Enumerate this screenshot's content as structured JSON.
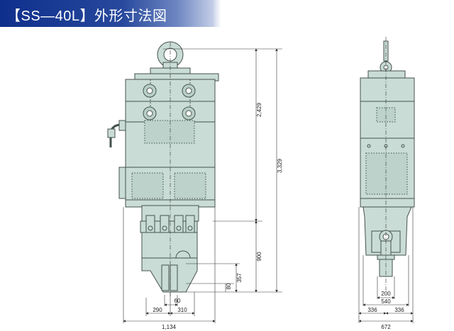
{
  "header": {
    "title": "【SS―40L】外形寸法図",
    "bg_color": "#1f3f95",
    "text_color": "#ffffff"
  },
  "colors": {
    "body": "#c9dcd5",
    "body_dark": "#a9c2b9",
    "outline": "#45524d",
    "dim_line": "#333333"
  },
  "front_view": {
    "dims": {
      "total_height": "3,329",
      "upper_height": "2,429",
      "lower_height": "900",
      "jaw_357": "357",
      "jaw_80": "80",
      "width_60": "60",
      "width_290": "290",
      "width_310": "310",
      "total_width": "1,134"
    }
  },
  "side_view": {
    "dims": {
      "width_200": "200",
      "width_540": "540",
      "half_left": "336",
      "half_right": "336",
      "total_width": "672"
    }
  }
}
